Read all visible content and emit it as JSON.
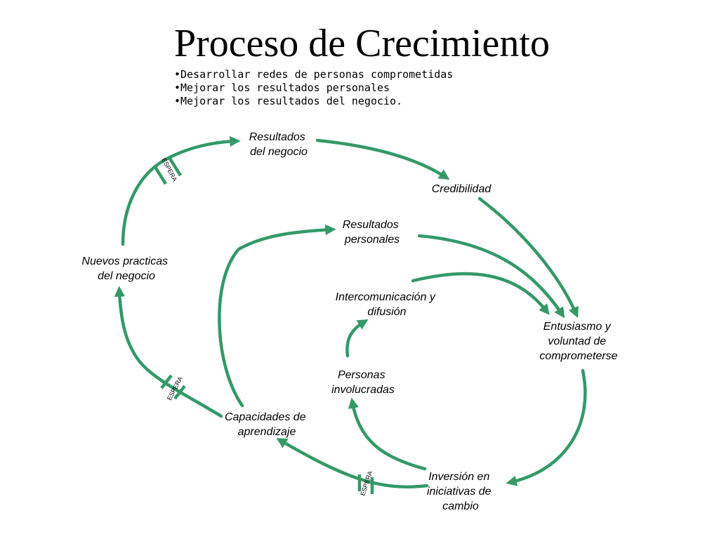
{
  "title": "Proceso de Crecimiento",
  "bullets": [
    "Desarrollar redes de personas comprometidas",
    "Mejorar los resultados personales",
    "Mejorar los resultados del negocio."
  ],
  "nodes": {
    "resultados_negocio": [
      "Resultados",
      "del negocio"
    ],
    "credibilidad": [
      "Credibilidad"
    ],
    "resultados_personales": [
      "Resultados",
      "personales"
    ],
    "nuevas_practicas": [
      "Nuevos practicas",
      "del negocio"
    ],
    "intercomunicacion": [
      "Intercomunicación y",
      "difusión"
    ],
    "entusiasmo": [
      "Entusiasmo y",
      "voluntad de",
      "comprometerse"
    ],
    "personas": [
      "Personas",
      "involucradas"
    ],
    "capacidades": [
      "Capacidades de",
      "aprendizaje"
    ],
    "inversion": [
      "Inversión en",
      "iniciativas de",
      "cambio"
    ]
  },
  "delay_label": "ESPERA",
  "colors": {
    "arrow": "#339966",
    "text": "#000000"
  }
}
